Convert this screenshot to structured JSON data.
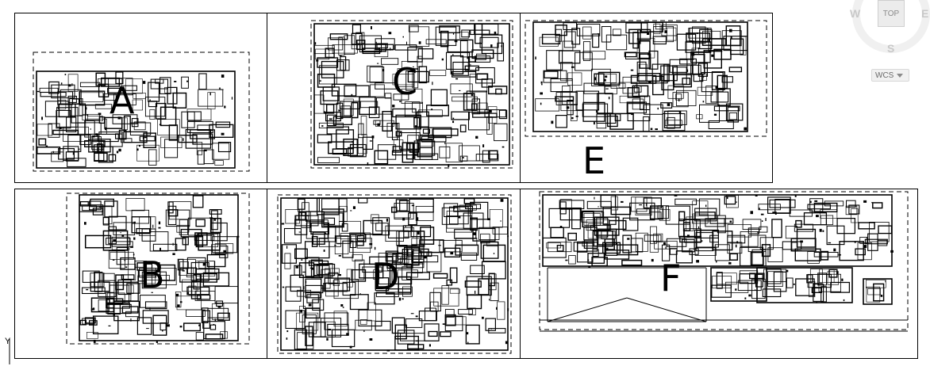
{
  "app": {
    "view_type": "CAD model space - hospital floor plans"
  },
  "panels": [
    {
      "id": "A",
      "label": "A"
    },
    {
      "id": "C",
      "label": "C"
    },
    {
      "id": "E",
      "label": "E"
    },
    {
      "id": "B",
      "label": "B"
    },
    {
      "id": "D",
      "label": "D"
    },
    {
      "id": "F",
      "label": "F"
    }
  ],
  "viewcube": {
    "face_label": "TOP",
    "west": "W",
    "east": "E",
    "south": "S"
  },
  "coordinate_system": {
    "label": "WCS"
  },
  "ucs_axis_label": "Y",
  "colors": {
    "line": "#000000",
    "background": "#ffffff",
    "viewcube_face": "#ececec"
  }
}
